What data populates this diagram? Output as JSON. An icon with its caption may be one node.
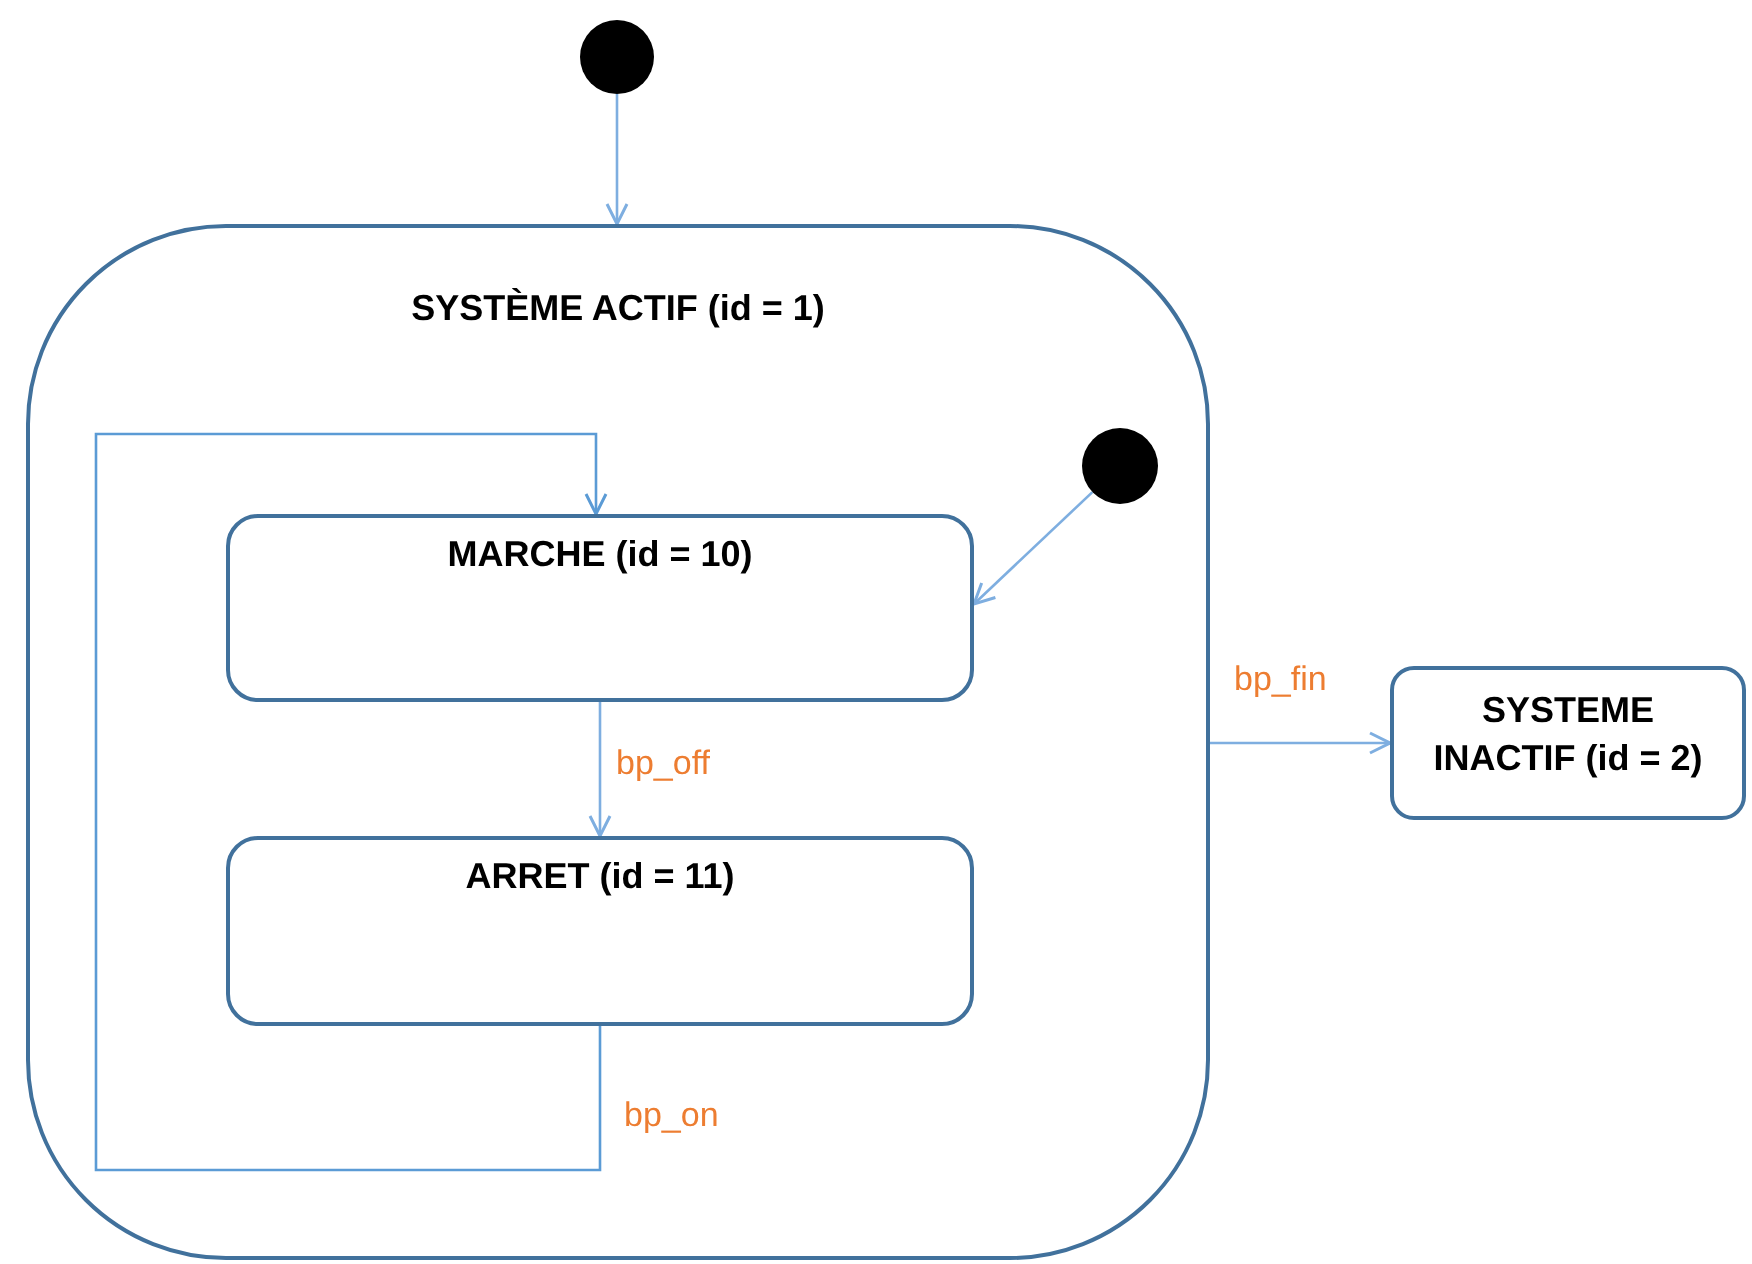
{
  "diagram": {
    "nodes": [
      {
        "text": [],
        "shape": "circle"
      },
      {
        "text": [
          "SYSTÈME ACTIF (id = 1)"
        ]
      },
      {
        "text": [],
        "shape": "circle",
        "in": 1
      },
      {
        "text": [
          "MARCHE (id = 10)"
        ],
        "in": 1
      },
      {
        "text": [
          "ARRET (id = 11)"
        ],
        "in": 1
      },
      {
        "text": [
          "SYSTEME INACTIF (id = 2)"
        ]
      }
    ],
    "edges": [
      {
        "from": 0,
        "to": 1,
        "arrow": "to"
      },
      {
        "from": 2,
        "to": 3,
        "arrow": "to"
      },
      {
        "from": 3,
        "to": 4,
        "arrow": "to",
        "label": "bp_off"
      },
      {
        "from": 4,
        "to": 3,
        "arrow": "to",
        "label": "bp_on",
        "color": "#5b9bd5"
      },
      {
        "from": 1,
        "to": 5,
        "arrow": "to",
        "label": "bp_fin"
      }
    ]
  }
}
